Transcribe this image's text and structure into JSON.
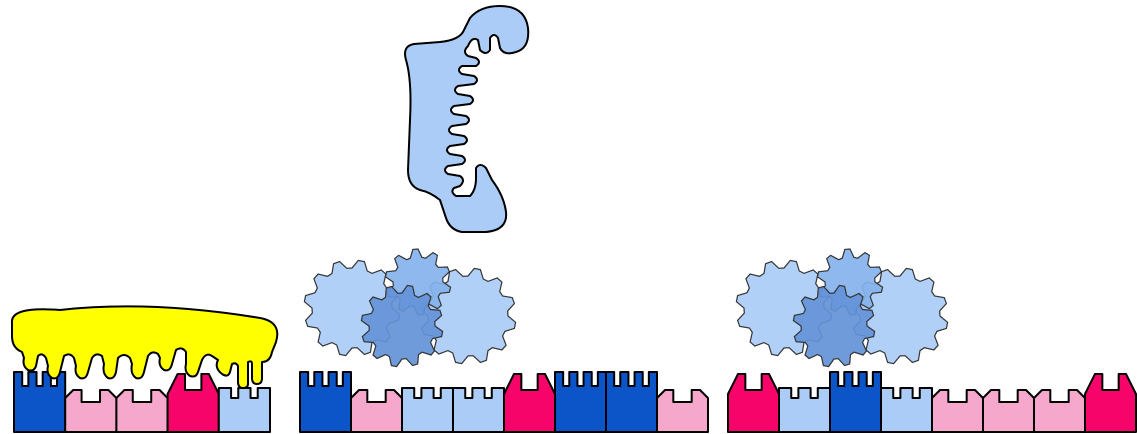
{
  "colors": {
    "dark_blue": "#0b55c8",
    "light_blue": "#aaccf6",
    "mid_blue": "#6492d8",
    "gear_blue": "#86b2ee",
    "pink": "#f6a7cc",
    "magenta": "#f6046a",
    "yellow": "#ffff00",
    "outline": "#000000",
    "background": "#ffffff"
  },
  "blocks": {
    "left_row": [
      "dark_blue",
      "pink",
      "pink",
      "magenta",
      "light_blue"
    ],
    "middle_row": [
      "dark_blue",
      "pink",
      "light_blue",
      "light_blue",
      "magenta",
      "dark_blue",
      "dark_blue",
      "pink"
    ],
    "right_row": [
      "magenta",
      "light_blue",
      "dark_blue",
      "light_blue",
      "pink",
      "pink",
      "pink",
      "magenta"
    ]
  },
  "shapes": {
    "yellow_cap": "yellow-comb",
    "floating_protein": "light-blue-comb",
    "gear_clusters": [
      "gear-cluster-middle",
      "gear-cluster-right"
    ]
  }
}
